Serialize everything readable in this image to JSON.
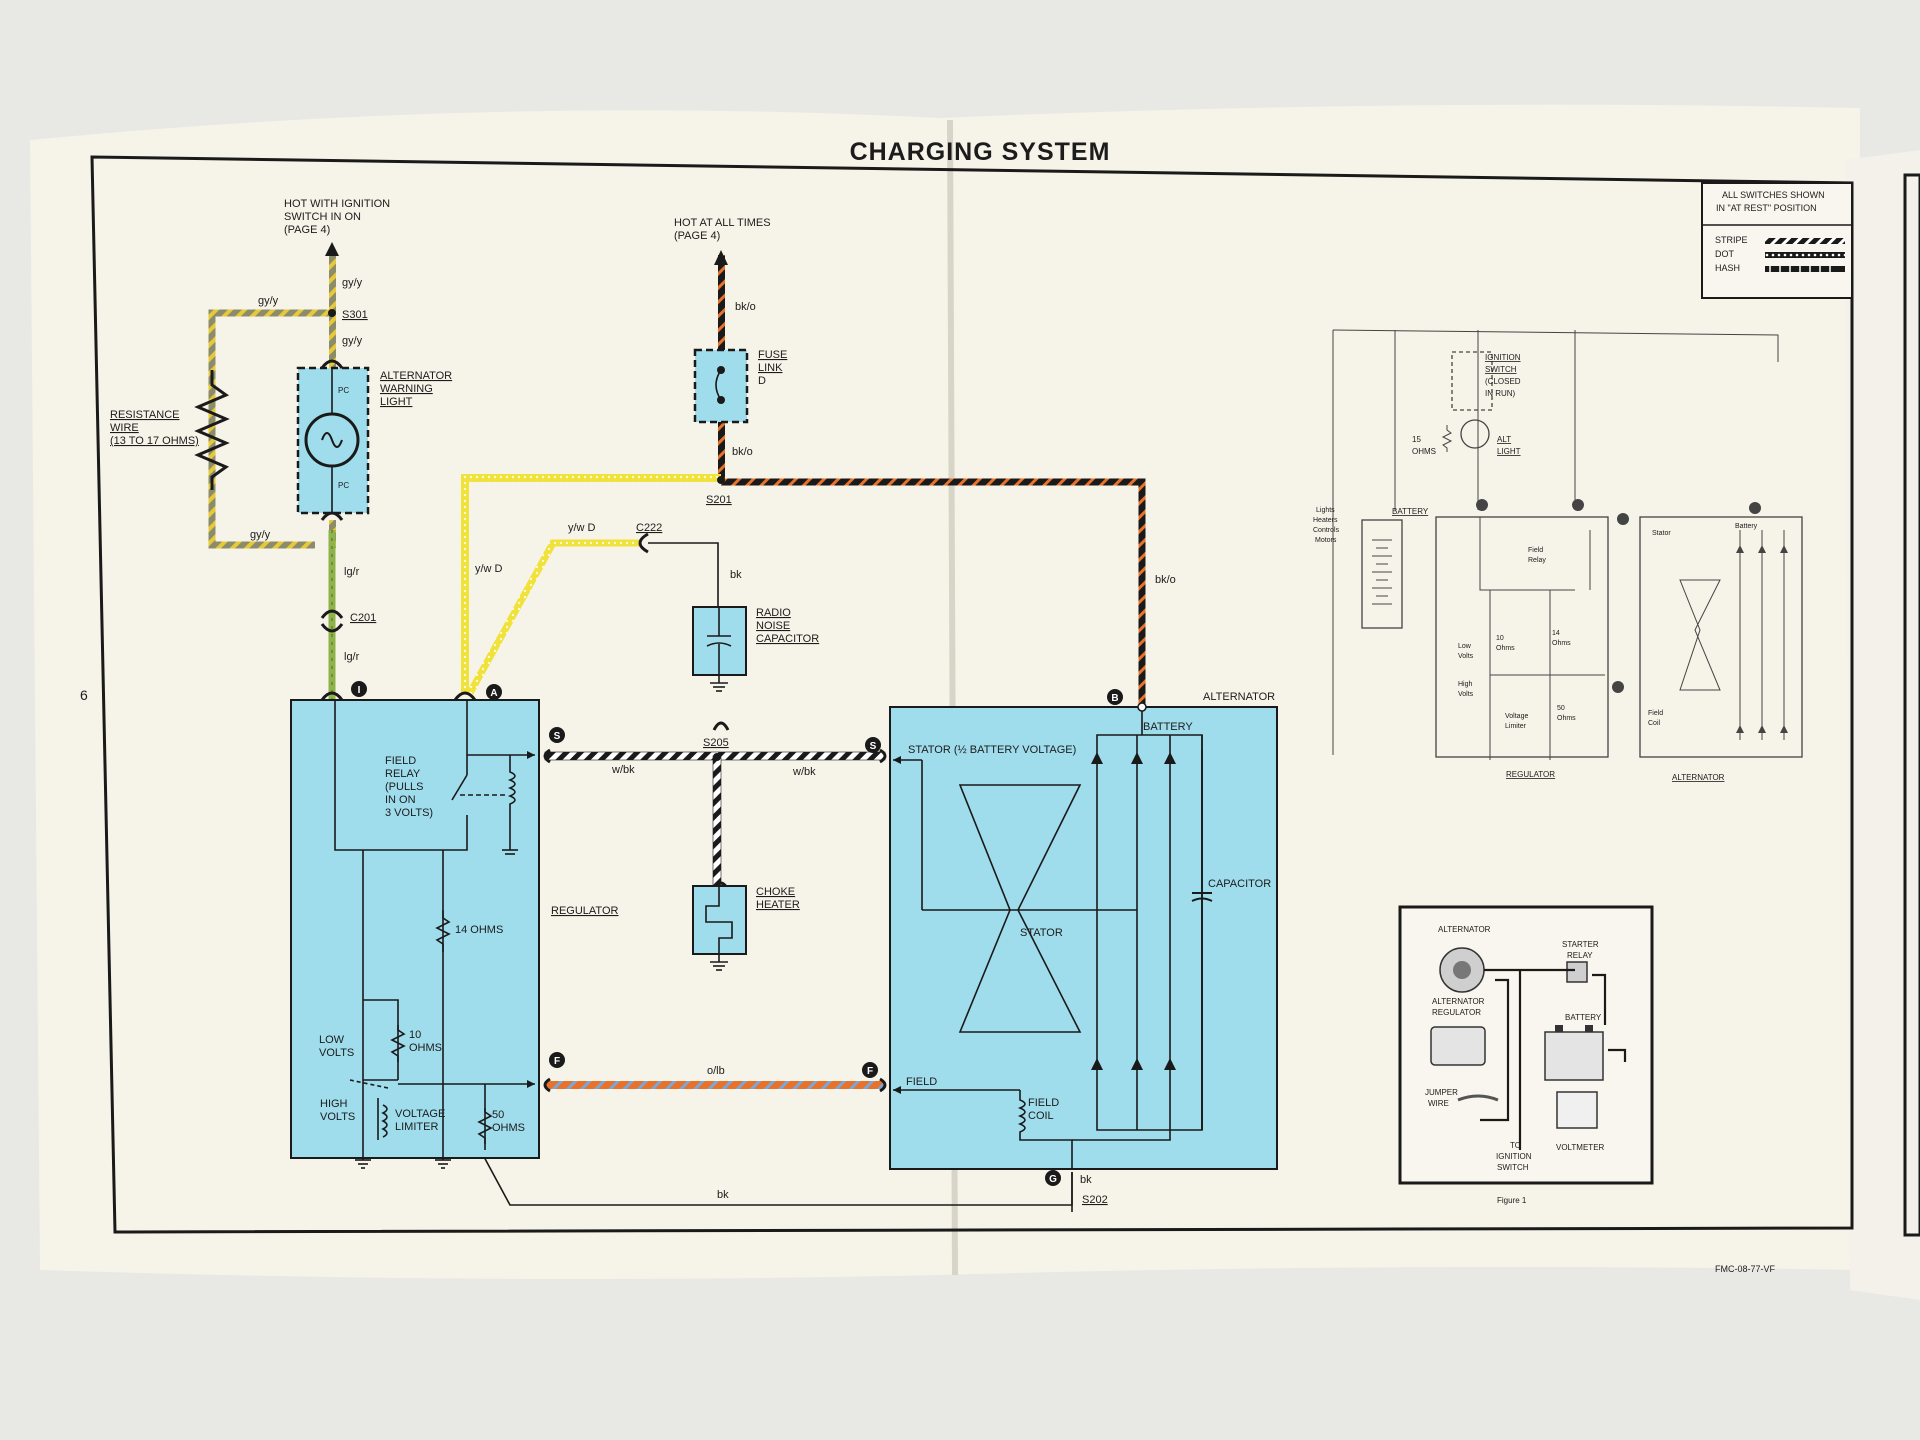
{
  "title": "CHARGING SYSTEM",
  "page_number": "6",
  "doc_code": "FMC-08-77-VF",
  "legend": {
    "heading_line1": "ALL SWITCHES SHOWN",
    "heading_line2": "IN \"AT REST\" POSITION",
    "stripe": "STRIPE",
    "dot": "DOT",
    "hash": "HASH"
  },
  "feeds": {
    "ignition_line1": "HOT WITH IGNITION",
    "ignition_line2": "SWITCH IN ON",
    "ignition_line3": "(PAGE 4)",
    "battery_line1": "HOT AT ALL TIMES",
    "battery_line2": "(PAGE 4)"
  },
  "components": {
    "alt_light_line1": "ALTERNATOR",
    "alt_light_line2": "WARNING",
    "alt_light_line3": "LIGHT",
    "pc": "PC",
    "resistance_line1": "RESISTANCE",
    "resistance_line2": "WIRE",
    "resistance_line3": "(13 TO 17 OHMS)",
    "fuse_line1": "FUSE",
    "fuse_line2": "LINK",
    "fuse_line3": "D",
    "radio_line1": "RADIO",
    "radio_line2": "NOISE",
    "radio_line3": "CAPACITOR",
    "choke_line1": "CHOKE",
    "choke_line2": "HEATER",
    "regulator": "REGULATOR",
    "alternator": "ALTERNATOR",
    "field_relay_line1": "FIELD",
    "field_relay_line2": "RELAY",
    "field_relay_line3": "(PULLS",
    "field_relay_line4": "IN ON",
    "field_relay_line5": "3 VOLTS)",
    "ohms14": "14 OHMS",
    "ohms10_line1": "10",
    "ohms10_line2": "OHMS",
    "ohms50_line1": "50",
    "ohms50_line2": "OHMS",
    "low_volts_line1": "LOW",
    "low_volts_line2": "VOLTS",
    "high_volts_line1": "HIGH",
    "high_volts_line2": "VOLTS",
    "voltage_limiter_line1": "VOLTAGE",
    "voltage_limiter_line2": "LIMITER",
    "stator_half": "STATOR (½ BATTERY VOLTAGE)",
    "battery": "BATTERY",
    "capacitor": "CAPACITOR",
    "stator": "STATOR",
    "field": "FIELD",
    "field_coil_line1": "FIELD",
    "field_coil_line2": "COIL"
  },
  "splices": {
    "s301": "S301",
    "s201": "S201",
    "s205": "S205",
    "s202": "S202",
    "c201": "C201",
    "c222": "C222"
  },
  "terminals": {
    "i": "I",
    "a": "A",
    "s": "S",
    "b": "B",
    "f": "F",
    "g": "G"
  },
  "wires": {
    "gy_y": "gy/y",
    "lg_r": "lg/r",
    "bk_o": "bk/o",
    "y_w_d": "y/w D",
    "bk": "bk",
    "w_bk": "w/bk",
    "o_lb": "o/lb"
  },
  "colors": {
    "gy_y": "#8c8c6a",
    "lg_r": "#8db34a",
    "yellow": "#f0e23a",
    "orange": "#e8722a",
    "black": "#1a1a1a",
    "blue": "#9fdcec"
  },
  "schematic": {
    "ignition_line1": "IGNITION",
    "ignition_line2": "SWITCH",
    "ignition_line3": "(CLOSED",
    "ignition_line4": "IN RUN)",
    "ohms15_line1": "15",
    "ohms15_line2": "OHMS",
    "alt_line1": "ALT",
    "alt_line2": "LIGHT",
    "lights_line1": "Lights",
    "lights_line2": "Heaters",
    "lights_line3": "Controls",
    "lights_line4": "Motors",
    "battery": "BATTERY",
    "field_relay_line1": "Field",
    "field_relay_line2": "Relay",
    "stator": "Stator",
    "battery_small": "Battery",
    "ohms10_line1": "10",
    "ohms10_line2": "Ohms",
    "ohms14_line1": "14",
    "ohms14_line2": "Ohms",
    "low_volts_line1": "Low",
    "low_volts_line2": "Volts",
    "high_volts_line1": "High",
    "high_volts_line2": "Volts",
    "vl_line1": "Voltage",
    "vl_line2": "Limiter",
    "ohms50_line1": "50",
    "ohms50_line2": "Ohms",
    "field_coil_line1": "Field",
    "field_coil_line2": "Coil",
    "regulator": "REGULATOR",
    "alternator": "ALTERNATOR"
  },
  "figure1": {
    "alternator": "ALTERNATOR",
    "starter_line1": "STARTER",
    "starter_line2": "RELAY",
    "reg_line1": "ALTERNATOR",
    "reg_line2": "REGULATOR",
    "battery": "BATTERY",
    "jumper_line1": "JUMPER",
    "jumper_line2": "WIRE",
    "to_ign_line1": "TO",
    "to_ign_line2": "IGNITION",
    "to_ign_line3": "SWITCH",
    "voltmeter": "VOLTMETER",
    "caption": "Figure 1"
  }
}
